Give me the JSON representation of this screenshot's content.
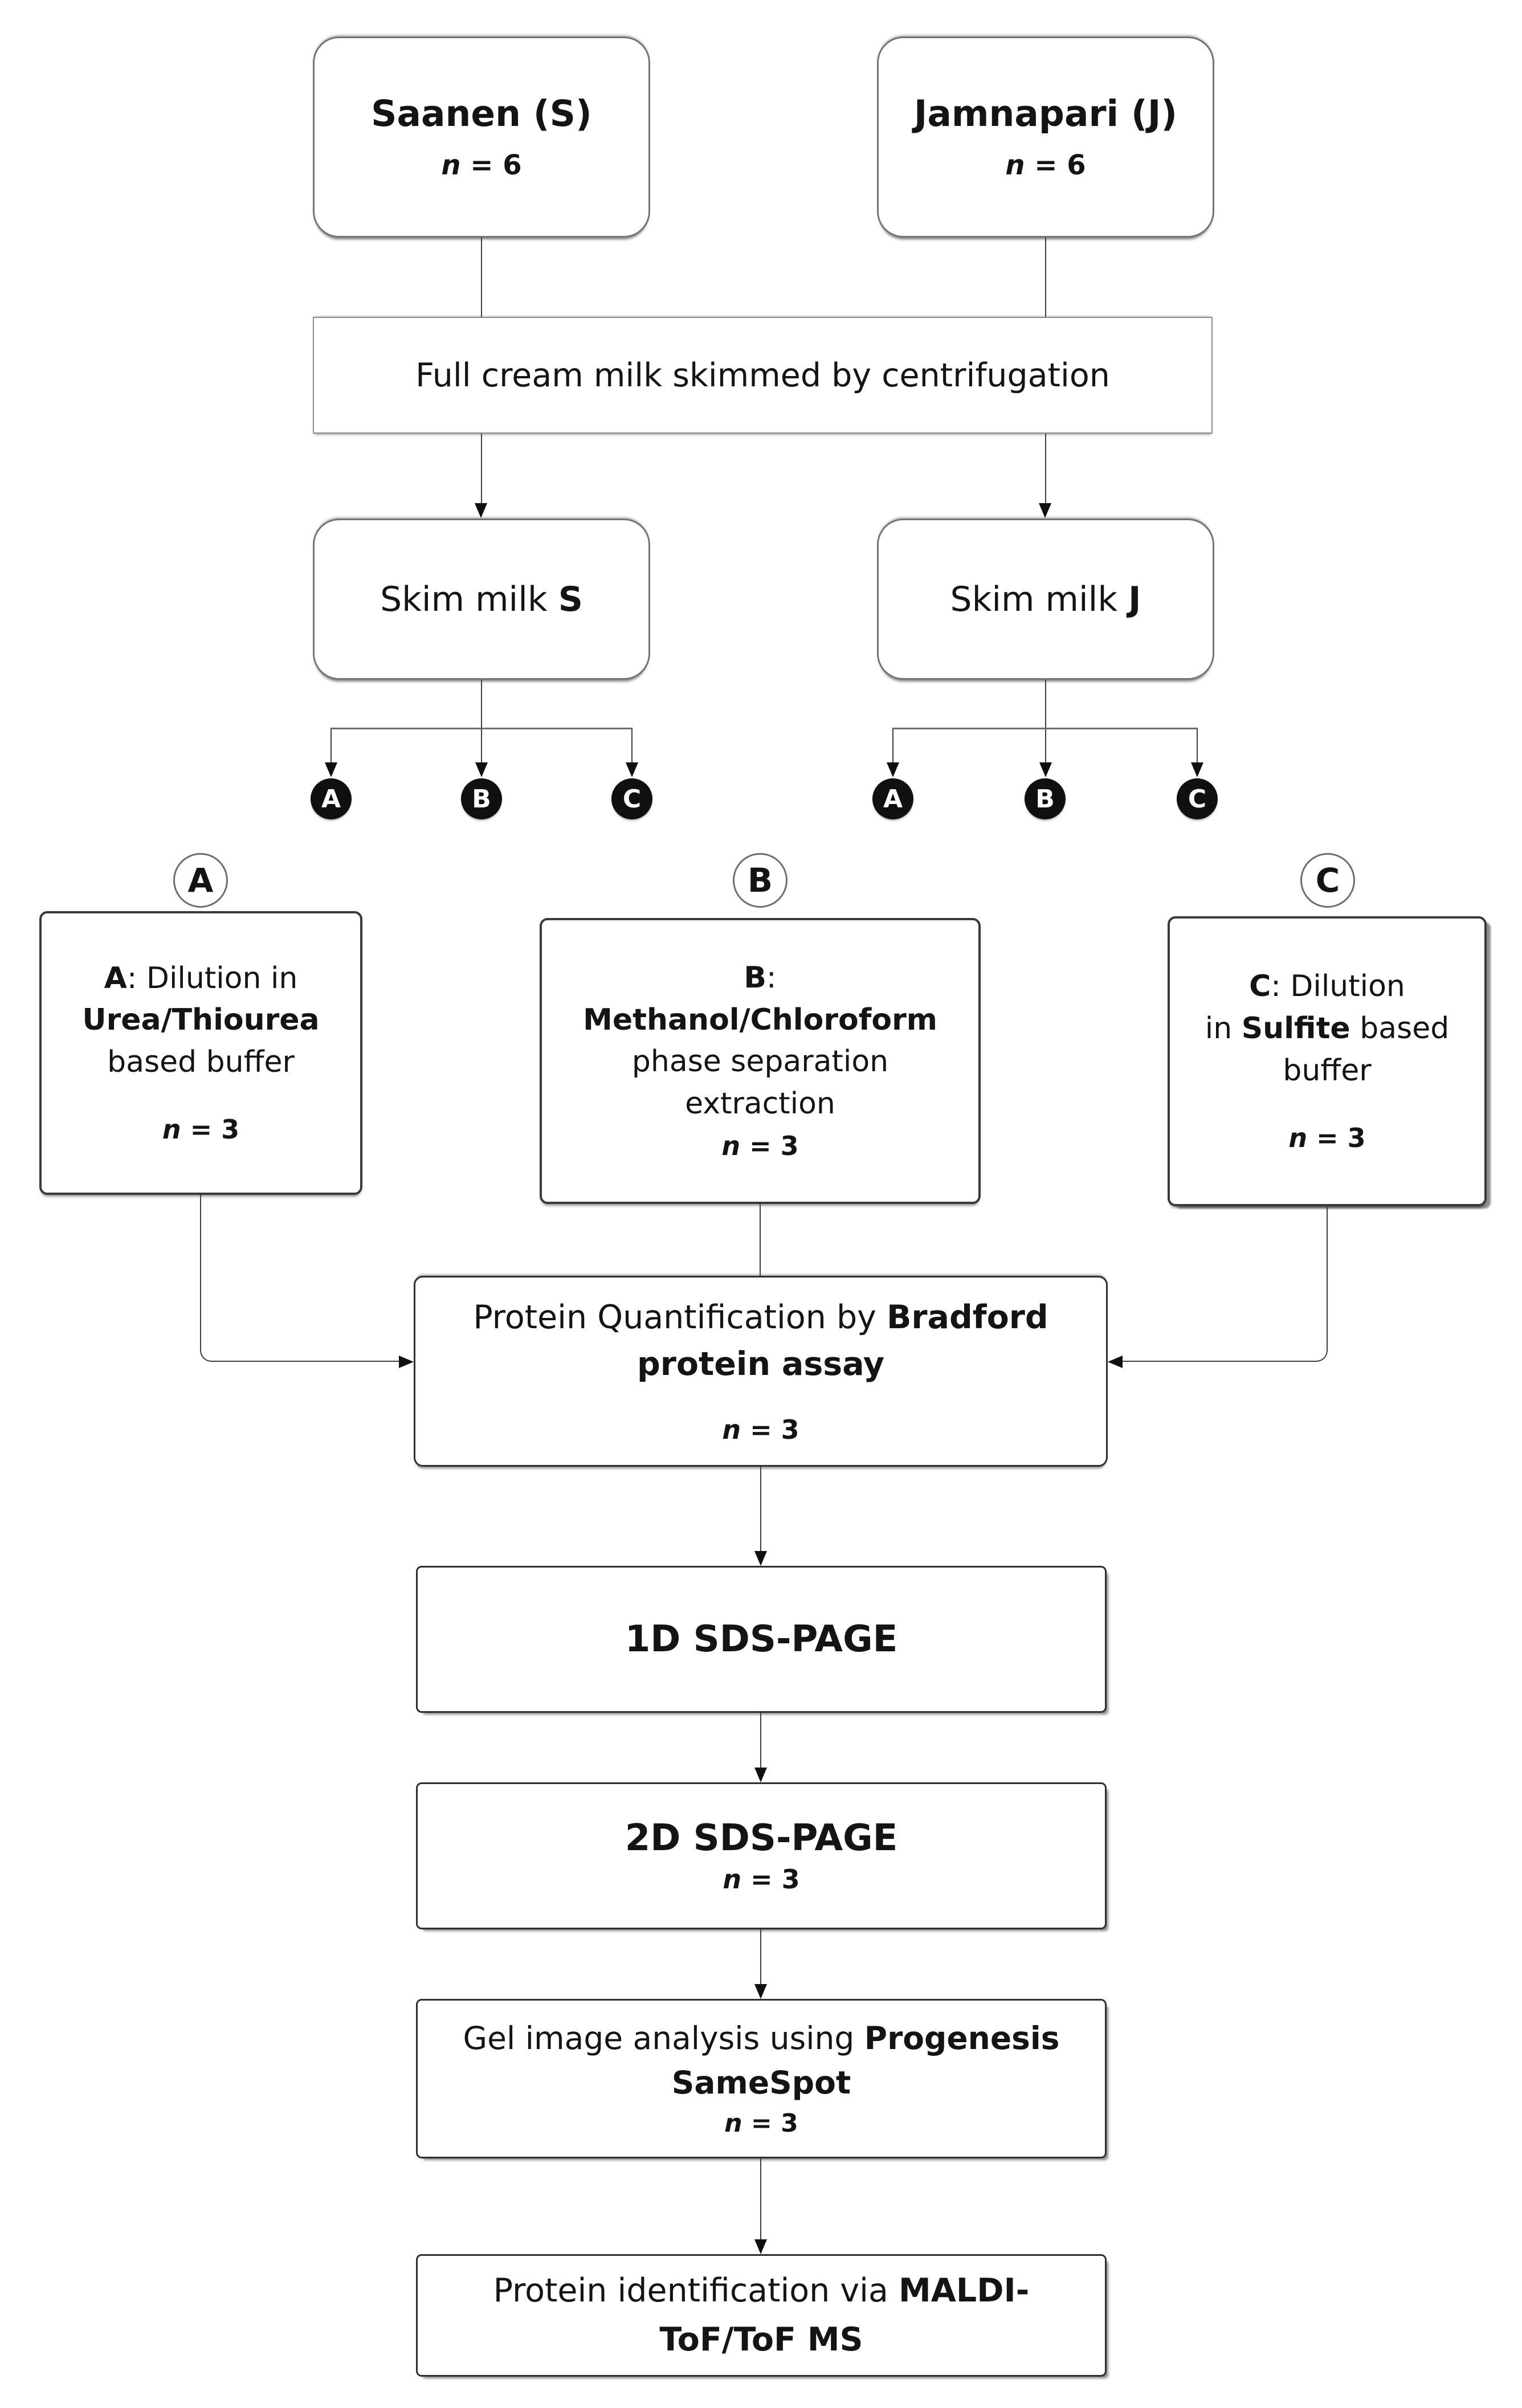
{
  "colors": {
    "background": "#ffffff",
    "node_fill": "#ffffff",
    "node_border_gray": "#757575",
    "node_border_dark": "#3a3a3a",
    "sample_circle_fill": "#101010",
    "sample_circle_text": "#ffffff",
    "connector": "#3f3f3f",
    "text": "#141414"
  },
  "flowchart": {
    "saanen": {
      "title": "Saanen (S)",
      "n_var": "n",
      "n_eq": " = 6"
    },
    "jamnapari": {
      "title": "Jamnapari (J)",
      "n_var": "n",
      "n_eq": " = 6"
    },
    "full_cream": {
      "text": "Full cream milk skimmed by centrifugation"
    },
    "skim_s": {
      "text": "Skim milk ",
      "bold": "S"
    },
    "skim_j": {
      "text": "Skim milk ",
      "bold": "J"
    },
    "split_s": {
      "a": "A",
      "b": "B",
      "c": "C"
    },
    "split_j": {
      "a": "A",
      "b": "B",
      "c": "C"
    },
    "label_a": "A",
    "label_b": "B",
    "label_c": "C",
    "method_a": {
      "lead_bold": "A",
      "lead": ": Dilution in",
      "line2_bold": "Urea/Thiourea",
      "line3": "based buffer",
      "n_var": "n",
      "n_eq": " = 3"
    },
    "method_b": {
      "lead_bold": "B",
      "lead": ":",
      "line2_bold": "Methanol/Chloroform",
      "line3": "phase separation",
      "line4": "extraction",
      "n_var": "n",
      "n_eq": " = 3"
    },
    "method_c": {
      "lead_bold": "C",
      "lead": ": Dilution",
      "line2_pre": "in ",
      "line2_bold": "Sulfite",
      "line2_post": " based",
      "line3": "buffer",
      "n_var": "n",
      "n_eq": " = 3"
    },
    "bradford": {
      "line1": "Protein Quantification by ",
      "line1_bold": "Bradford",
      "line2_bold": "protein assay",
      "n_var": "n",
      "n_eq": " = 3"
    },
    "sds_1d": {
      "title": "1D SDS-PAGE"
    },
    "sds_2d": {
      "title": "2D SDS-PAGE",
      "n_var": "n",
      "n_eq": " = 3"
    },
    "gel_analysis": {
      "line1": "Gel image analysis using ",
      "line1_bold": "Progenesis",
      "line2_bold": "SameSpot",
      "n_var": "n",
      "n_eq": " = 3"
    },
    "maldi": {
      "line1": "Protein identification via ",
      "line1_bold": "MALDI-",
      "line2_bold": "ToF/ToF MS"
    }
  }
}
